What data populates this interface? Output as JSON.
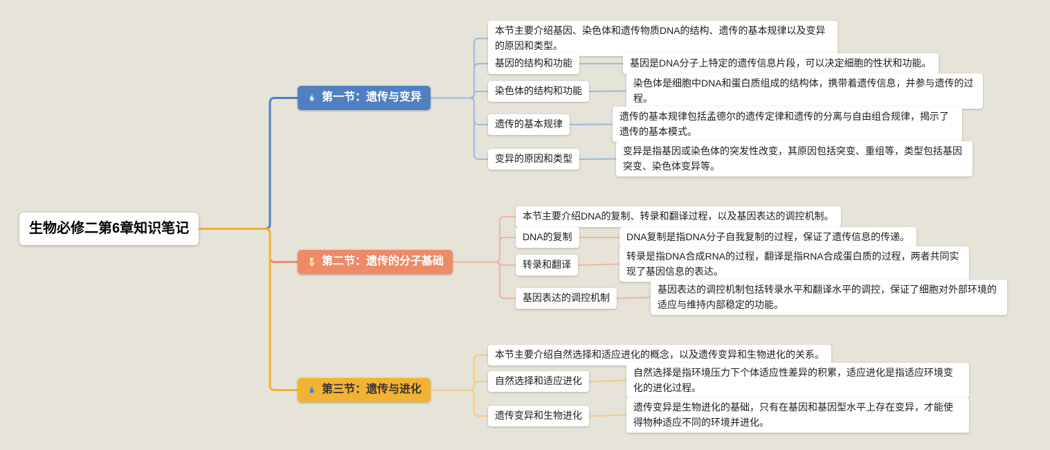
{
  "root": {
    "label": "生物必修二第6章知识笔记"
  },
  "colors": {
    "background": "#e6e3d8",
    "branch1": "#4f80c2",
    "branch1_light": "#9db9de",
    "branch2": "#ee8a68",
    "bran2_light": "#f3b49e",
    "branch3": "#f2b232",
    "branch3_light": "#f6cd7a"
  },
  "branches": [
    {
      "label": "第一节：遗传与变异",
      "icon": "flame-icon",
      "color": "#4f80c2",
      "intro": "本节主要介绍基因、染色体和遗传物质DNA的结构、遗传的基本规律以及变异的原因和类型。",
      "children": [
        {
          "topic": "基因的结构和功能",
          "detail": "基因是DNA分子上特定的遗传信息片段，可以决定细胞的性状和功能。"
        },
        {
          "topic": "染色体的结构和功能",
          "detail": "染色体是细胞中DNA和蛋白质组成的结构体，携带着遗传信息，并参与遗传的过程。"
        },
        {
          "topic": "遗传的基本规律",
          "detail": "遗传的基本规律包括孟德尔的遗传定律和遗传的分离与自由组合规律，揭示了遗传的基本模式。"
        },
        {
          "topic": "变异的原因和类型",
          "detail": "变异是指基因或染色体的突发性改变，其原因包括突变、重组等，类型包括基因突变、染色体变异等。"
        }
      ]
    },
    {
      "label": "第二节：遗传的分子基础",
      "icon": "medal-icon",
      "color": "#ee8a68",
      "intro": "本节主要介绍DNA的复制、转录和翻译过程，以及基因表达的调控机制。",
      "children": [
        {
          "topic": "DNA的复制",
          "detail": "DNA复制是指DNA分子自我复制的过程，保证了遗传信息的传递。"
        },
        {
          "topic": "转录和翻译",
          "detail": "转录是指DNA合成RNA的过程，翻译是指RNA合成蛋白质的过程，两者共同实现了基因信息的表达。"
        },
        {
          "topic": "基因表达的调控机制",
          "detail": "基因表达的调控机制包括转录水平和翻译水平的调控，保证了细胞对外部环境的适应与维持内部稳定的功能。"
        }
      ]
    },
    {
      "label": "第三节：遗传与进化",
      "icon": "flame-icon",
      "color": "#f2b232",
      "intro": "本节主要介绍自然选择和适应进化的概念，以及遗传变异和生物进化的关系。",
      "children": [
        {
          "topic": "自然选择和适应进化",
          "detail": "自然选择是指环境压力下个体适应性差异的积累，适应进化是指适应环境变化的进化过程。"
        },
        {
          "topic": "遗传变异和生物进化",
          "detail": "遗传变异是生物进化的基础，只有在基因和基因型水平上存在变异，才能使得物种适应不同的环境并进化。"
        }
      ]
    }
  ]
}
